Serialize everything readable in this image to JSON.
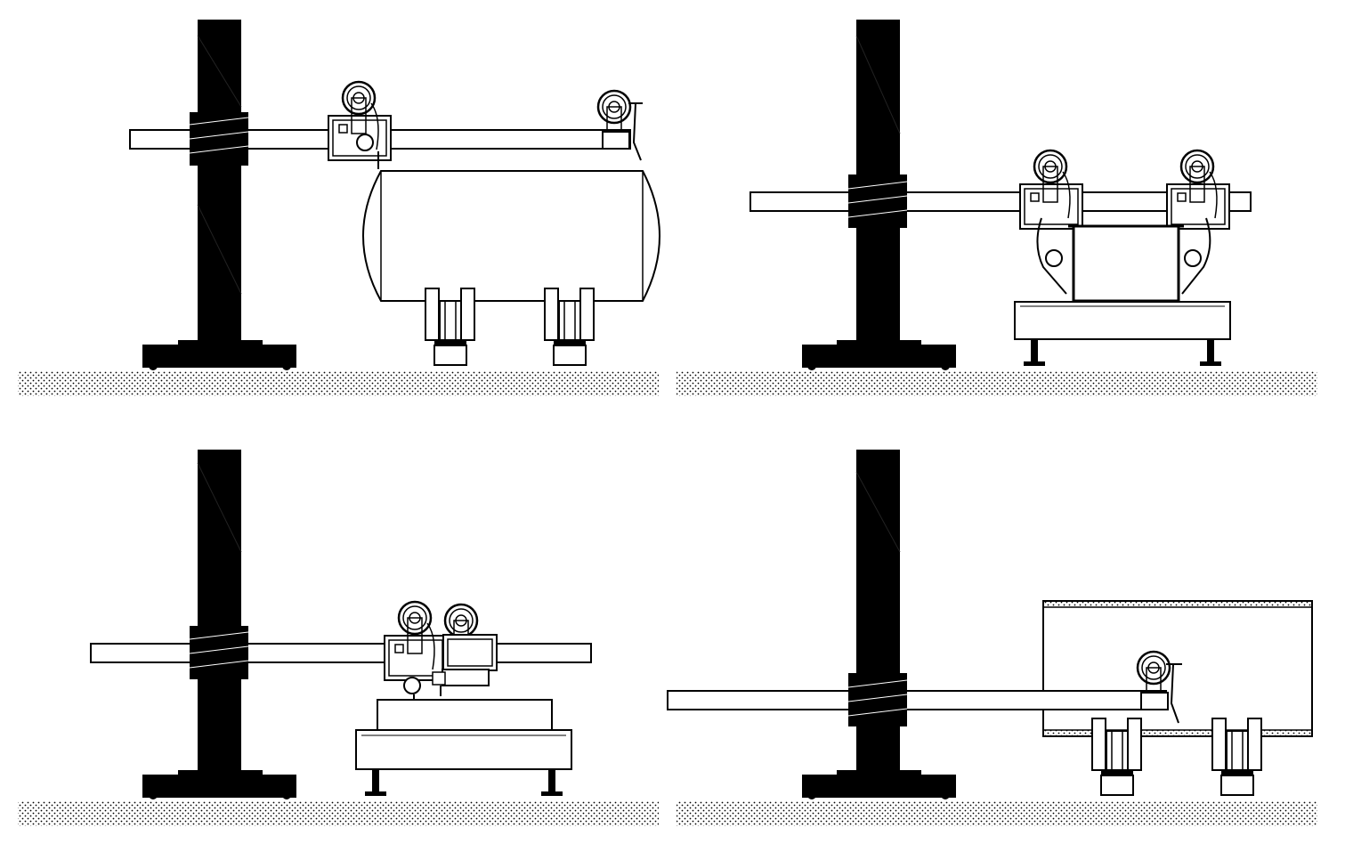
{
  "diagram": {
    "kind": "line-drawing",
    "description_text": "",
    "colors": {
      "ink": "#000000",
      "paper": "#ffffff",
      "ground_dots": "#000000"
    },
    "panels": [
      {
        "id": "panel-1",
        "workpiece": "horizontal-tank-on-roller-rotators",
        "heads": 2
      },
      {
        "id": "panel-2",
        "workpiece": "box-beam-on-table",
        "heads": 2
      },
      {
        "id": "panel-3",
        "workpiece": "block-on-table",
        "heads": 2
      },
      {
        "id": "panel-4",
        "workpiece": "internal-pipe-on-roller-rotators",
        "heads": 1
      }
    ]
  }
}
